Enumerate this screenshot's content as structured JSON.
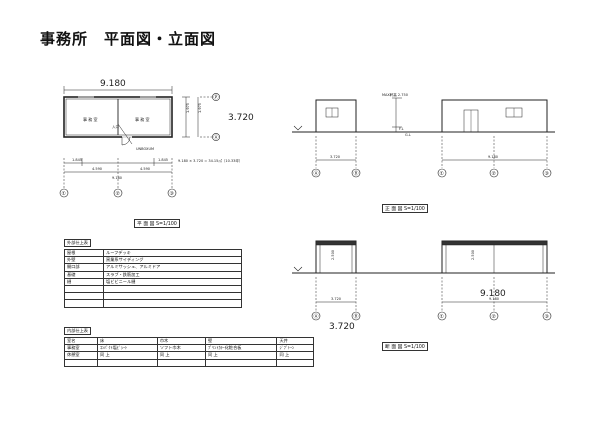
{
  "page_title": "事務所　平面図・立面図",
  "plan": {
    "overall_width": "9.180",
    "depth": "3.720",
    "room_office": "事 務 室",
    "room_office2": "事 務 室",
    "entry_label": "入口",
    "door_label": "UNBOXUM",
    "dim_inner": "1.975",
    "dim_inner2": "1.975",
    "dim_a": "1.845",
    "dim_b": "4.590",
    "dim_c": "4.590",
    "dim_d": "1.845",
    "dim_total": "9.180",
    "size_note": "9.180 × 3.720 = 34.15㎡（10.33坪）",
    "grid_marks": [
      "①",
      "②",
      "③"
    ],
    "axis_marks": [
      "Ⓟ",
      "Ⓐ"
    ],
    "caption": "平 面 図  S=1/100"
  },
  "elevation_top": {
    "height_note": "MAX軒高 2.750",
    "fl_note": "F.L",
    "gl_note": "G.L",
    "left_width": "3.720",
    "right_width": "9.180",
    "left_marks": [
      "Ⓐ",
      "Ⓑ"
    ],
    "right_marks": [
      "①",
      "②",
      "③"
    ],
    "caption": "正 面 図 S=1/100"
  },
  "elevation_bottom": {
    "left_width": "3.720",
    "right_width": "9.180",
    "left_dim": "3.720",
    "right_dim": "9.180",
    "left_h": "2.500",
    "right_h": "2.500",
    "left_marks": [
      "Ⓐ",
      "Ⓑ"
    ],
    "right_marks": [
      "①",
      "②",
      "③"
    ],
    "caption": "断 面 図 S=1/100"
  },
  "exterior_table": {
    "heading": "外部仕上表",
    "rows": [
      [
        "屋根",
        "ルーフデッキ"
      ],
      [
        "外壁",
        "窯業系サイディング"
      ],
      [
        "開口部",
        "アルミサッシュ、アルミドア"
      ],
      [
        "基礎",
        "スラブ・鉄筋加工"
      ],
      [
        "樋",
        "塩ビビニール樋"
      ],
      [
        "",
        ""
      ],
      [
        "",
        ""
      ],
      [
        "",
        ""
      ]
    ]
  },
  "interior_table": {
    "heading": "内部仕上表",
    "header": [
      "室名",
      "床",
      "巾木",
      "壁",
      "天井"
    ],
    "rows": [
      [
        "事務室",
        "ｺﾝﾊﾟｸﾄ塩ﾋﾞｼｰﾄ",
        "ソフト巾木",
        "ﾌﾟﾘﾝﾄｶﾗｰ化粧合板",
        "ｼﾞﾌﾟﾄｰﾝ"
      ],
      [
        "休憩室",
        "同 上",
        "同 上",
        "同 上",
        "同 上"
      ],
      [
        "",
        "",
        "",
        "",
        ""
      ]
    ]
  }
}
